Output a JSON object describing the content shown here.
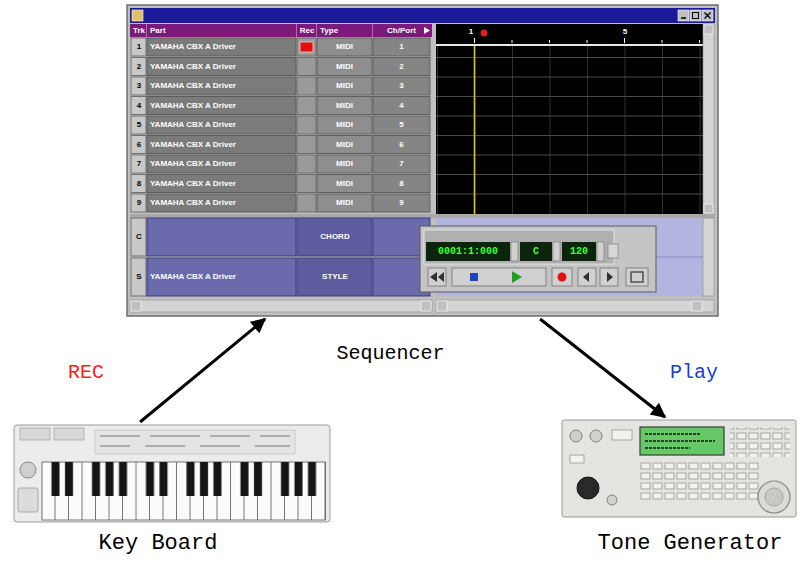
{
  "diagram": {
    "nodes": [
      {
        "text": [
          "Sequencer"
        ]
      },
      {
        "text": [
          "Key Board"
        ]
      },
      {
        "text": [
          "Tone Generator"
        ]
      }
    ],
    "edges": [
      {
        "from": 1,
        "to": 0,
        "arrow": "to",
        "label": "REC"
      },
      {
        "from": 0,
        "to": 2,
        "arrow": "to",
        "label": "Play"
      }
    ],
    "labels": [
      "Trk",
      "Part",
      "Rec",
      "Type",
      "Ch/Port",
      "1",
      "YAMAHA CBX A Driver",
      "MIDI",
      "1",
      "2",
      "YAMAHA CBX A Driver",
      "MIDI",
      "2",
      "3",
      "YAMAHA CBX A Driver",
      "MIDI",
      "3",
      "4",
      "YAMAHA CBX A Driver",
      "MIDI",
      "4",
      "5",
      "YAMAHA CBX A Driver",
      "MIDI",
      "5",
      "6",
      "YAMAHA CBX A Driver",
      "MIDI",
      "6",
      "7",
      "YAMAHA CBX A Driver",
      "MIDI",
      "7",
      "8",
      "YAMAHA CBX A Driver",
      "MIDI",
      "8",
      "9",
      "YAMAHA CBX A Driver",
      "MIDI",
      "9",
      "C",
      "CHORD",
      "S",
      "YAMAHA CBX A Driver",
      "STYLE",
      "1",
      "5",
      "0001:1:000",
      "C",
      "120"
    ]
  }
}
